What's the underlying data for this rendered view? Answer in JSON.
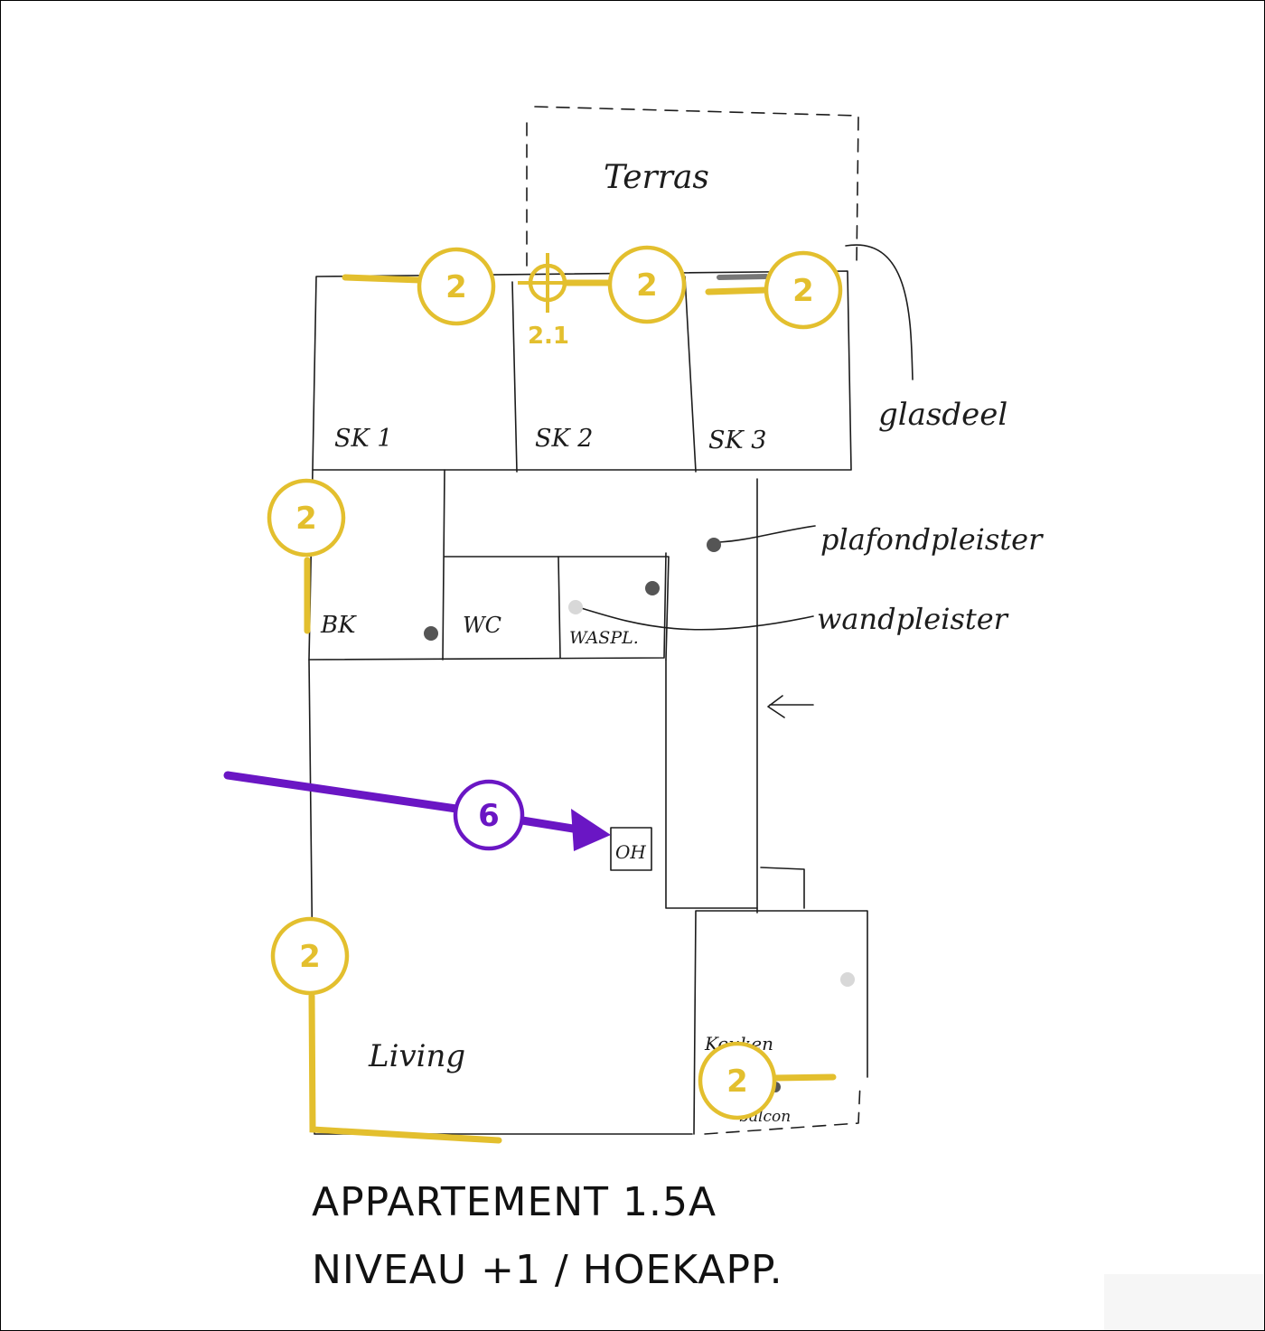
{
  "plan": {
    "rooms": {
      "terrace": "Terras",
      "sk1": "SK 1",
      "sk2": "SK 2",
      "sk3": "SK 3",
      "bk": "BK",
      "wc": "WC",
      "wasplaats": "WASPL.",
      "oh": "OH",
      "living": "Living",
      "keuken": "Keuken",
      "balcon": "balcon"
    },
    "annotations": {
      "glass": "glasdeel",
      "ceiling": "plafondpleister",
      "wall": "wandpleister"
    },
    "title": {
      "line1": "APPARTEMENT 1.5A",
      "line2": "NIVEAU +1 / HOEKAPP."
    }
  },
  "markers": {
    "badge_label": "2",
    "sub_label": "2.1",
    "arrow_label": "6"
  },
  "colors": {
    "marker_yellow": "#e3bf2e",
    "arrow_purple": "#6a16c4",
    "ink": "#1c1c1c"
  }
}
